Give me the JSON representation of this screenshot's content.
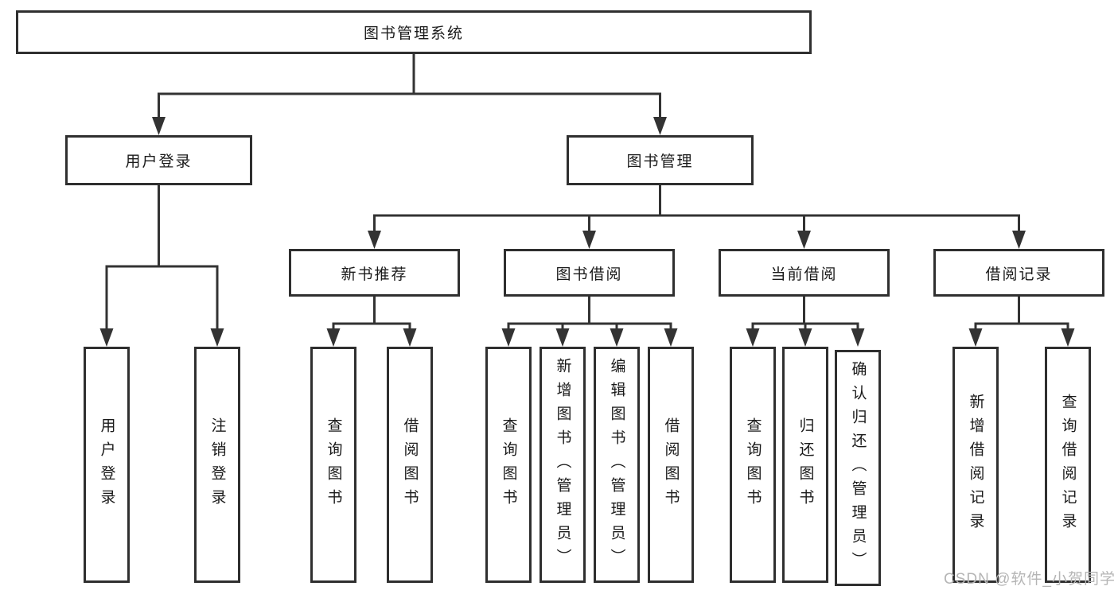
{
  "tree": {
    "root": {
      "label": "图书管理系统"
    },
    "branches": [
      {
        "label": "用户登录",
        "children": [
          {
            "label": "用户登录"
          },
          {
            "label": "注销登录"
          }
        ]
      },
      {
        "label": "图书管理",
        "sections": [
          {
            "label": "新书推荐",
            "children": [
              {
                "label": "查询图书"
              },
              {
                "label": "借阅图书"
              }
            ]
          },
          {
            "label": "图书借阅",
            "children": [
              {
                "label": "查询图书"
              },
              {
                "label": "新增图书（管理员）"
              },
              {
                "label": "编辑图书（管理员）"
              },
              {
                "label": "借阅图书"
              }
            ]
          },
          {
            "label": "当前借阅",
            "children": [
              {
                "label": "查询图书"
              },
              {
                "label": "归还图书"
              },
              {
                "label": "确认归还（管理员）"
              }
            ]
          },
          {
            "label": "借阅记录",
            "children": [
              {
                "label": "新增借阅记录"
              },
              {
                "label": "查询借阅记录"
              }
            ]
          }
        ]
      }
    ]
  },
  "watermark": {
    "text": "CSDN @软件_小贺同学",
    "color": "#b5b5b5"
  },
  "colors": {
    "line": "#333333",
    "box_border": "#2f2f2f",
    "box_fill": "#ffffff",
    "text": "#1a1a1a",
    "background": "#ffffff"
  }
}
